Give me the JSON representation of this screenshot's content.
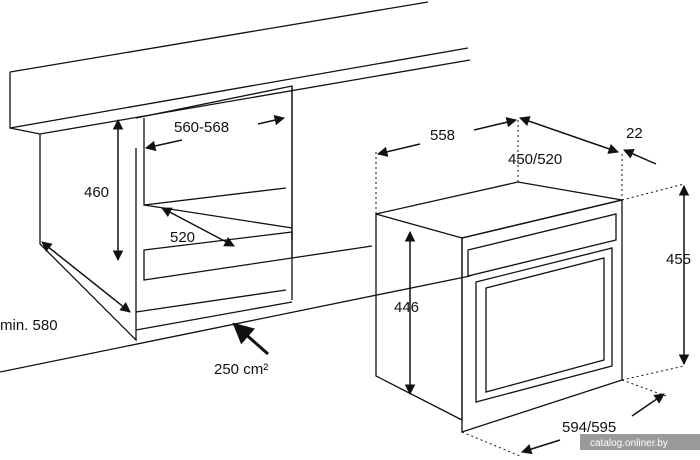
{
  "niche": {
    "width_label": "560-568",
    "height_label": "460",
    "depth_label": "520",
    "min_depth_label": "min. 580",
    "vent_label": "250 cm²"
  },
  "oven": {
    "depth_label": "558",
    "inner_depth_label": "450/520",
    "door_label": "22",
    "height_label": "455",
    "body_height_label": "446",
    "width_label": "594/595"
  },
  "watermark": "catalog.onliner.by"
}
